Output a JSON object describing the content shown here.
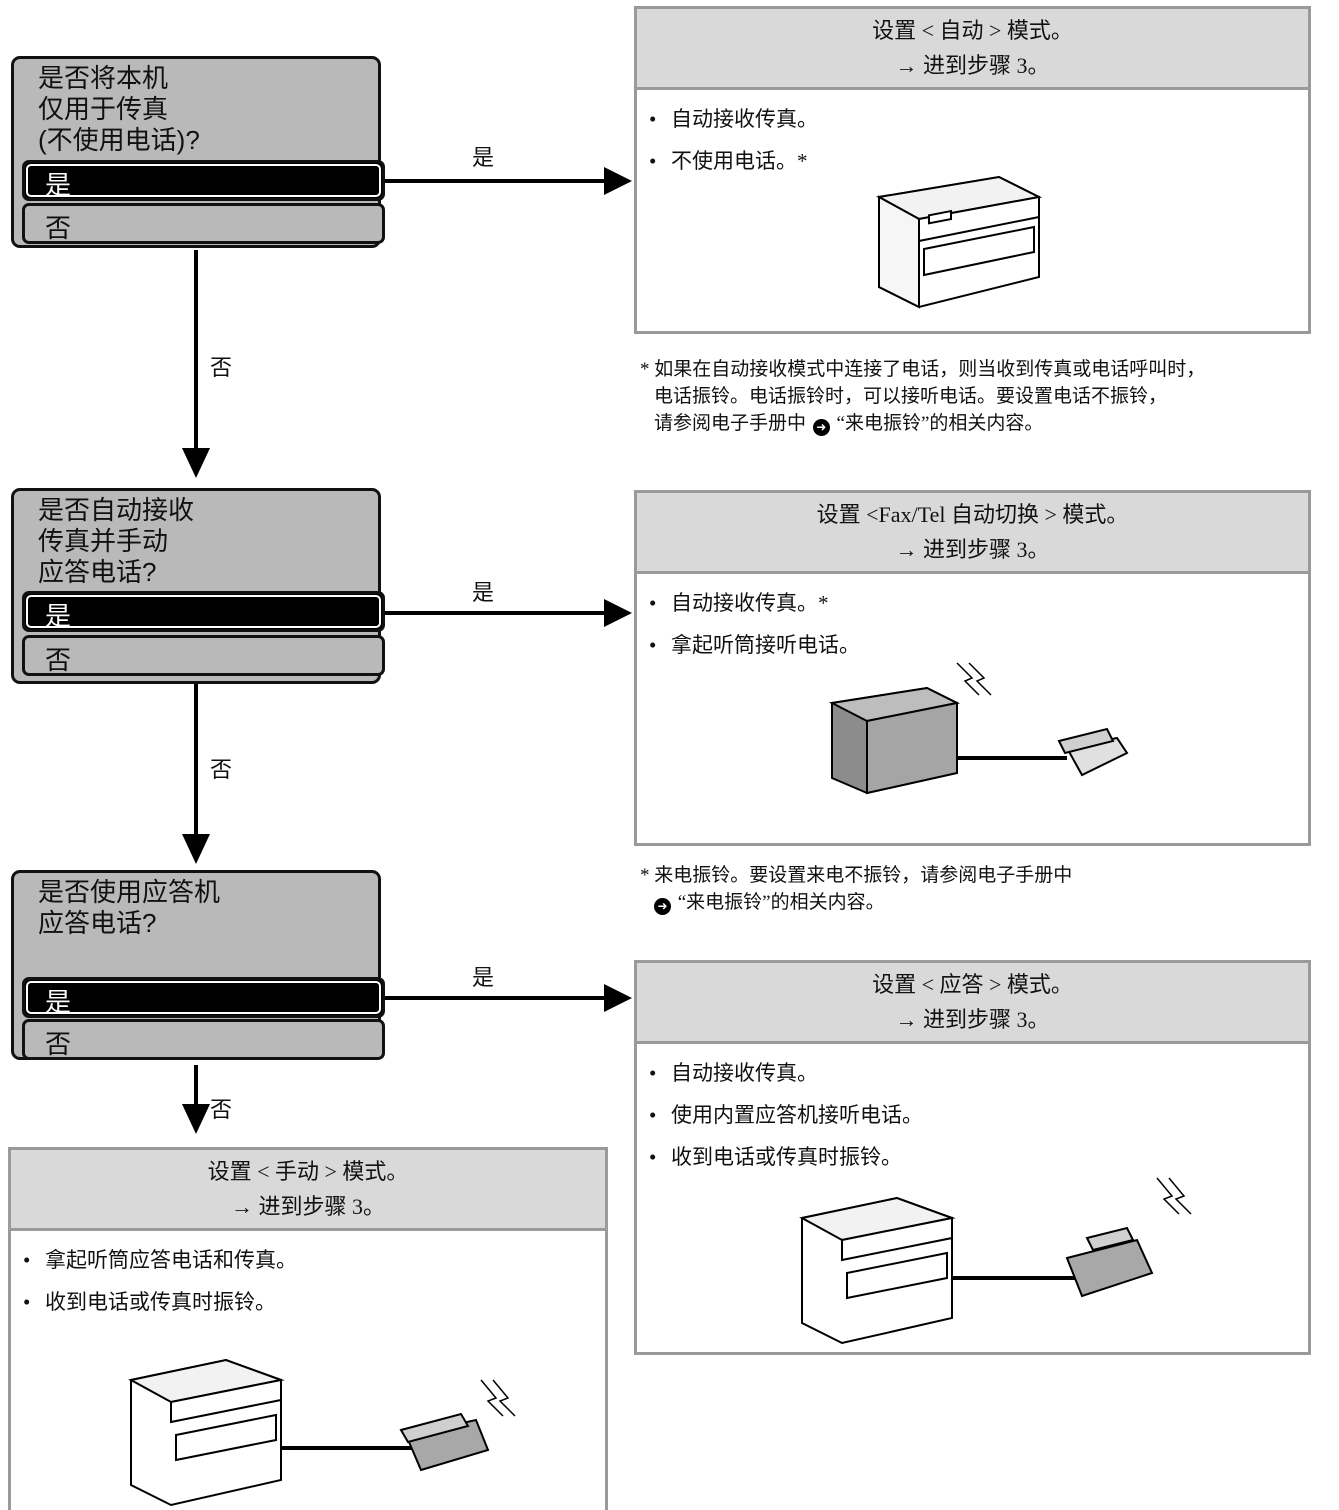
{
  "questions": [
    {
      "text": "是否将本机\n仅用于传真\n(不使用电话)?",
      "yes": "是",
      "no": "否"
    },
    {
      "text": "是否自动接收\n传真并手动\n应答电话?",
      "yes": "是",
      "no": "否"
    },
    {
      "text": "是否使用应答机\n应答电话?",
      "yes": "是",
      "no": "否"
    }
  ],
  "branch_labels": {
    "yes": "是",
    "no": "否"
  },
  "results": {
    "auto": {
      "title": "设置 < 自动 > 模式。",
      "step": "→ 进到步骤 3。",
      "bullets": [
        "自动接收传真。",
        "不使用电话。*"
      ]
    },
    "faxtel": {
      "title": "设置 <Fax/Tel 自动切换 > 模式。",
      "step": "→ 进到步骤 3。",
      "bullets": [
        "自动接收传真。*",
        "拿起听筒接听电话。"
      ]
    },
    "answer": {
      "title": "设置 < 应答 > 模式。",
      "step": "→ 进到步骤 3。",
      "bullets": [
        "自动接收传真。",
        "使用内置应答机接听电话。",
        "收到电话或传真时振铃。"
      ]
    },
    "manual": {
      "title": "设置 < 手动 > 模式。",
      "step": "→ 进到步骤 3。",
      "bullets": [
        "拿起听筒应答电话和传真。",
        "收到电话或传真时振铃。"
      ]
    }
  },
  "notes": {
    "auto": {
      "line1": "* 如果在自动接收模式中连接了电话，则当收到传真或电话呼叫时，",
      "line2": "电话振铃。电话振铃时，可以接听电话。要设置电话不振铃，",
      "line3_pre": "请参阅电子手册中",
      "line3_post": "“来电振铃”的相关内容。"
    },
    "faxtel": {
      "line1": "* 来电振铃。要设置来电不振铃，请参阅电子手册中",
      "line2_post": "“来电振铃”的相关内容。"
    }
  }
}
